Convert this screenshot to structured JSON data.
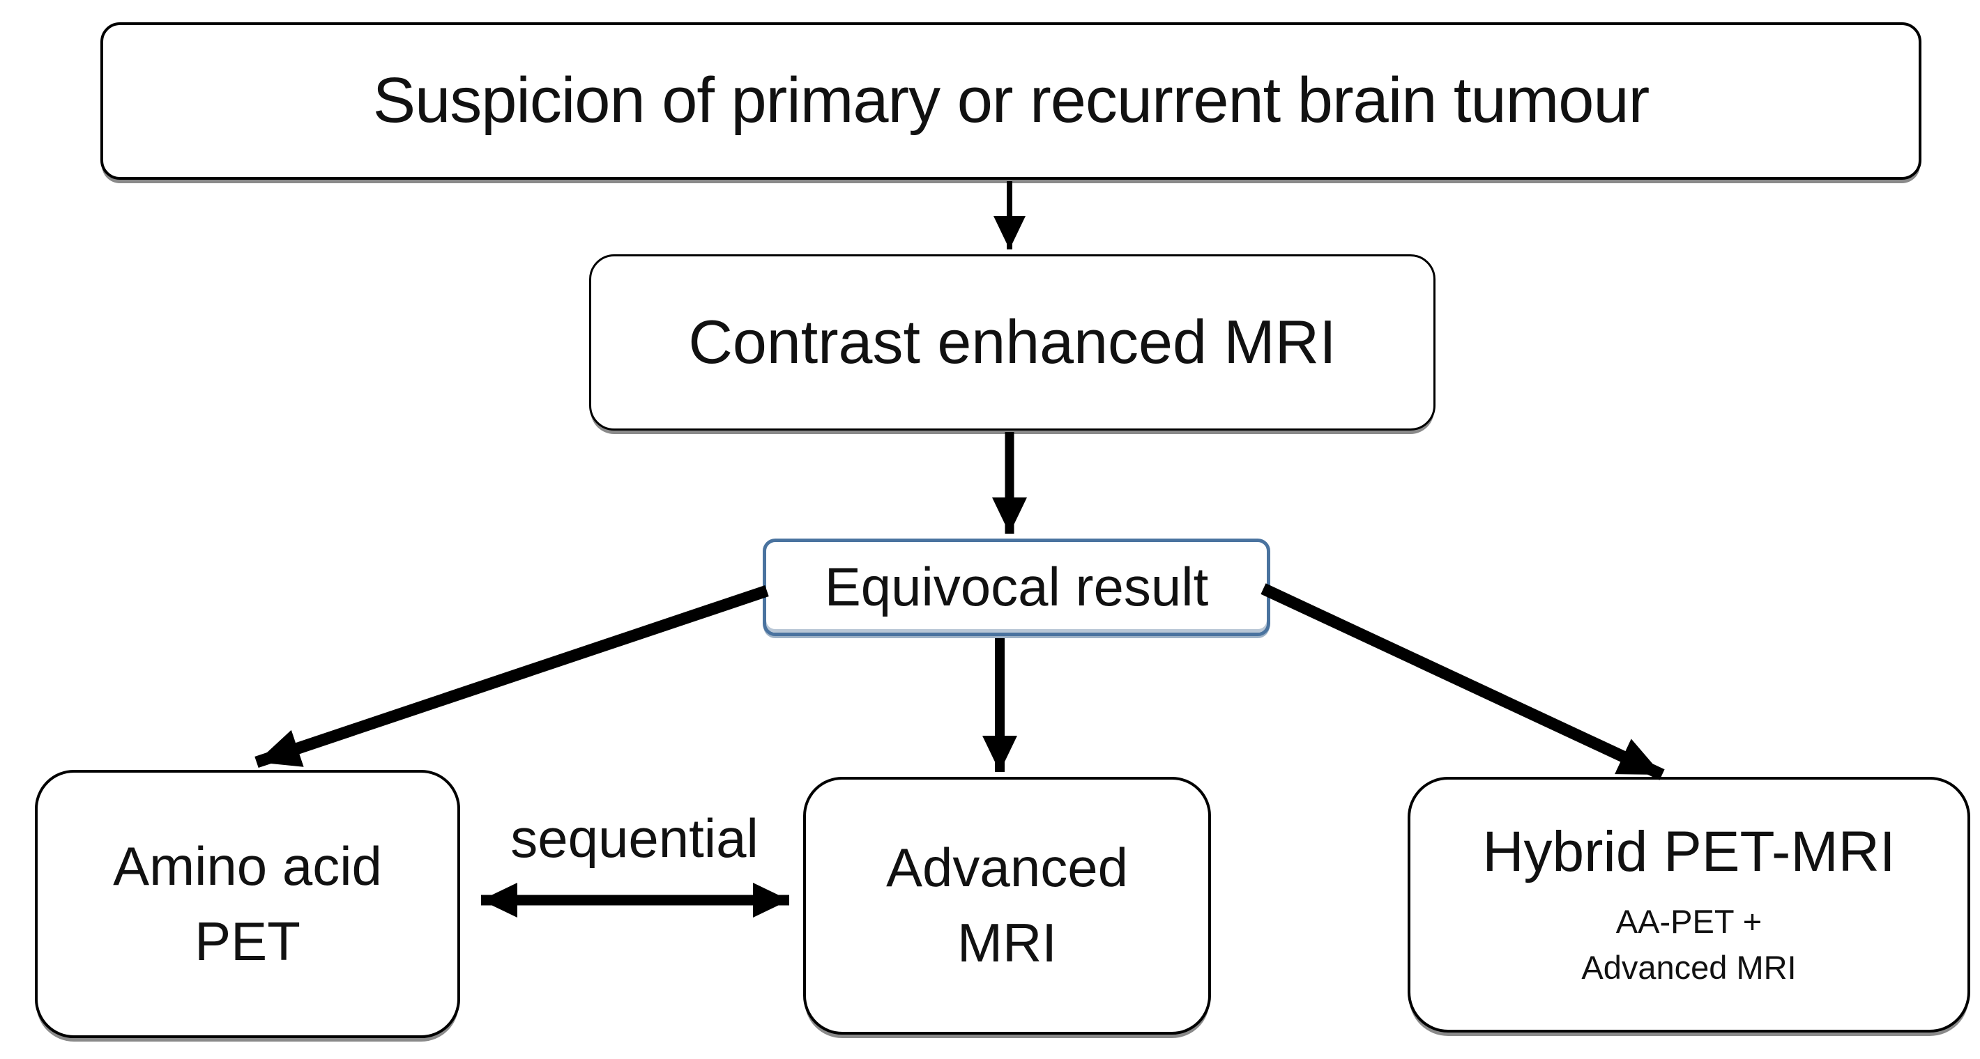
{
  "diagram": {
    "nodes": {
      "suspicion": {
        "label": "Suspicion of primary or recurrent brain tumour"
      },
      "contrast_mri": {
        "label": "Contrast enhanced MRI"
      },
      "equivocal": {
        "label": "Equivocal result"
      },
      "amino_pet": {
        "line1": "Amino acid",
        "line2": "PET"
      },
      "advanced_mri": {
        "line1": "Advanced",
        "line2": "MRI"
      },
      "hybrid_pet_mri": {
        "title": "Hybrid PET-MRI",
        "subtitle_line1": "AA-PET +",
        "subtitle_line2": "Advanced MRI"
      }
    },
    "edge_label": "sequential",
    "colors": {
      "background": "#ffffff",
      "text": "#111111",
      "box_border": "#000000",
      "equivocal_border": "#4a739f",
      "arrow": "#000000",
      "shadow": "#8a8a8a"
    }
  }
}
